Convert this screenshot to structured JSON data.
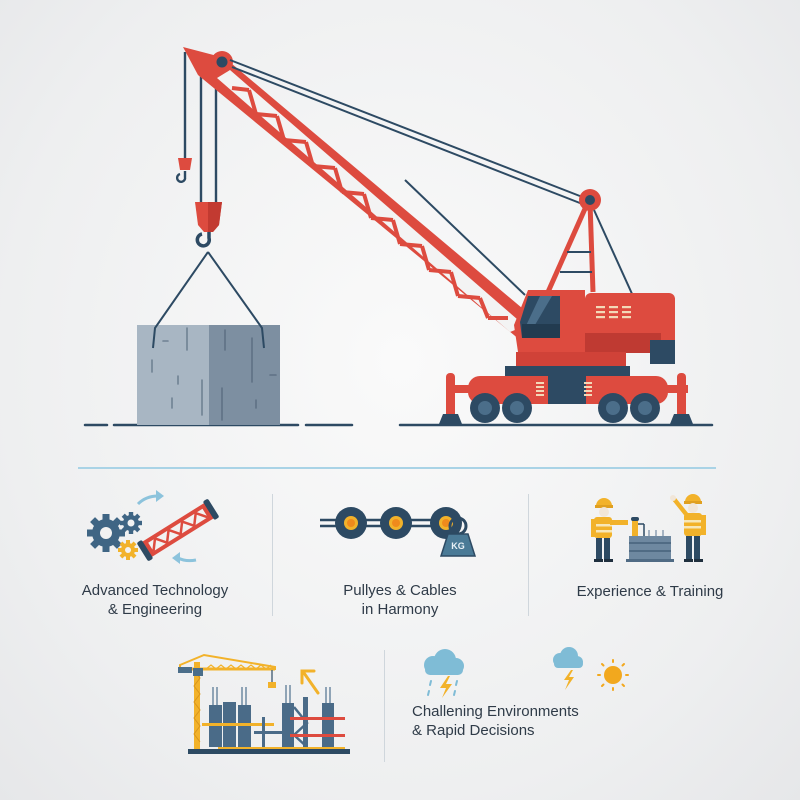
{
  "hero": {
    "subject": "red crawler crane lifting a concrete block",
    "icons": [
      "crane-boom-icon",
      "hook-block-icon",
      "concrete-block-icon",
      "crane-truck-icon"
    ]
  },
  "features": [
    {
      "id": "technology",
      "caption_line1": "Advanced Technology",
      "caption_line2": "& Engineering",
      "icons": [
        "gears-icon",
        "boom-section-icon",
        "rotate-arrows-icon"
      ]
    },
    {
      "id": "pulleys",
      "caption_line1": "Pullyes & Cables",
      "caption_line2": "in Harmony",
      "icons": [
        "pulley-icon",
        "weight-icon"
      ],
      "weight_label": "KG"
    },
    {
      "id": "experience",
      "caption_line1": "Experience & Training",
      "caption_line2": "",
      "icons": [
        "worker-icon",
        "machine-icon"
      ]
    },
    {
      "id": "construction",
      "caption_line1": "",
      "caption_line2": "",
      "icons": [
        "tower-crane-icon",
        "building-frame-icon",
        "up-arrow-icon"
      ]
    },
    {
      "id": "environments",
      "caption_line1": "Challening Environments",
      "caption_line2": "& Rapid Decisions",
      "icons": [
        "storm-cloud-icon",
        "lightning-cloud-icon",
        "sun-icon"
      ]
    }
  ],
  "colors": {
    "crane_red": "#dd4b3f",
    "crane_red_dark": "#b8362e",
    "navy": "#2d4a63",
    "steel": "#8da0b3",
    "yellow": "#f2b22a",
    "orange": "#f08a1c",
    "sky": "#7fbcd6",
    "divider": "#a9d3e6",
    "text": "#2f3b48"
  }
}
